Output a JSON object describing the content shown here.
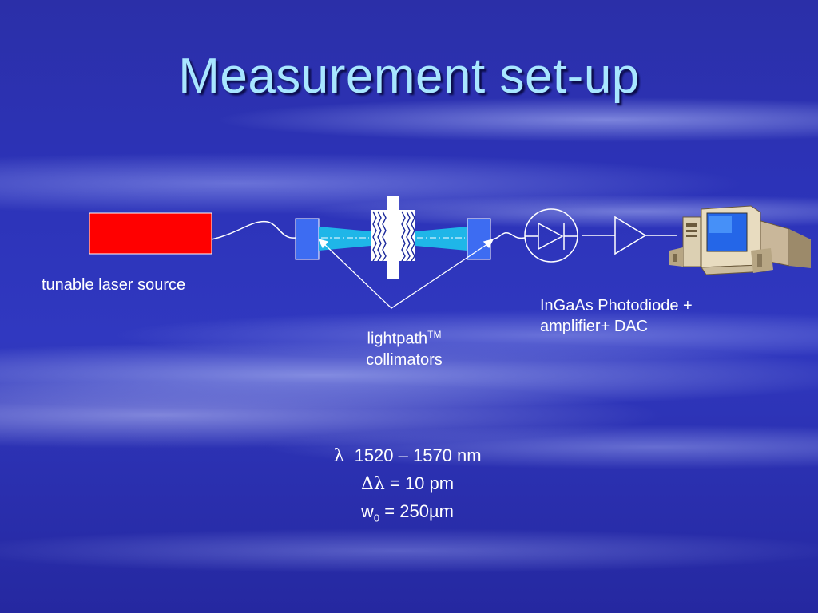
{
  "slide": {
    "title": "Measurement set-up"
  },
  "labels": {
    "laser_source": "tunable laser source",
    "photodiode_line1": "InGaAs Photodiode +",
    "photodiode_line2": "amplifier+ DAC",
    "lightpath_word": "lightpath",
    "lightpath_tm": "TM",
    "collimators_word": "collimators"
  },
  "parameters": {
    "wavelength_symbol": "λ",
    "wavelength_range": "1520 – 1570 nm",
    "resolution_symbol": "Δλ",
    "resolution_value": "= 10 pm",
    "waist_symbol": "w",
    "waist_subscript": "0",
    "waist_value": "= 250µm"
  },
  "colors": {
    "laser": "#ff0000",
    "collimator": "#3d6cf2",
    "beam": "#1fb6e8",
    "title_text": "#a8e6ff"
  }
}
